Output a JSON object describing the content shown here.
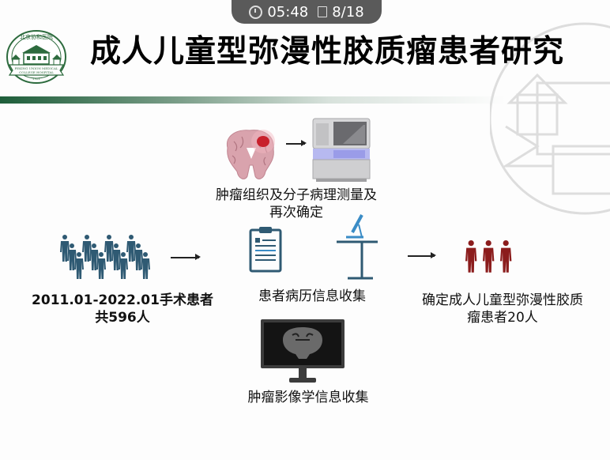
{
  "presenter_bar": {
    "timer": "05:48",
    "slide_counter": "8/18",
    "clock_icon": "clock-icon",
    "slide_icon": "slide-icon"
  },
  "header": {
    "title": "成人儿童型弥漫性胶质瘤患者研究",
    "logo": {
      "top_text": "北京协和医院",
      "middle_text": "PEKING UNION MEDICAL COLLEGE HOSPITAL",
      "year": "1921"
    }
  },
  "colors": {
    "accent_green": "#1e5e3a",
    "people_blue": "#2f5a73",
    "result_red": "#8b1c1c",
    "icon_blue": "#3a8cc6"
  },
  "flow": {
    "source": {
      "label_line1": "2011.01-2022.01手术患者",
      "label_line2": "共596人",
      "icon": "people-crowd-icon"
    },
    "pathology": {
      "label_line1": "肿瘤组织及分子病理测量及",
      "label_line2": "再次确定",
      "icons": [
        "brain-tumor-icon",
        "sequencer-icon"
      ]
    },
    "records": {
      "label": "患者病历信息收集",
      "icons": [
        "clipboard-icon",
        "microscope-icon"
      ]
    },
    "imaging": {
      "label": "肿瘤影像学信息收集",
      "icon": "monitor-mri-icon"
    },
    "result": {
      "label_line1": "确定成人儿童型弥漫性胶质",
      "label_line2": "瘤患者20人",
      "icon": "three-people-icon"
    }
  }
}
